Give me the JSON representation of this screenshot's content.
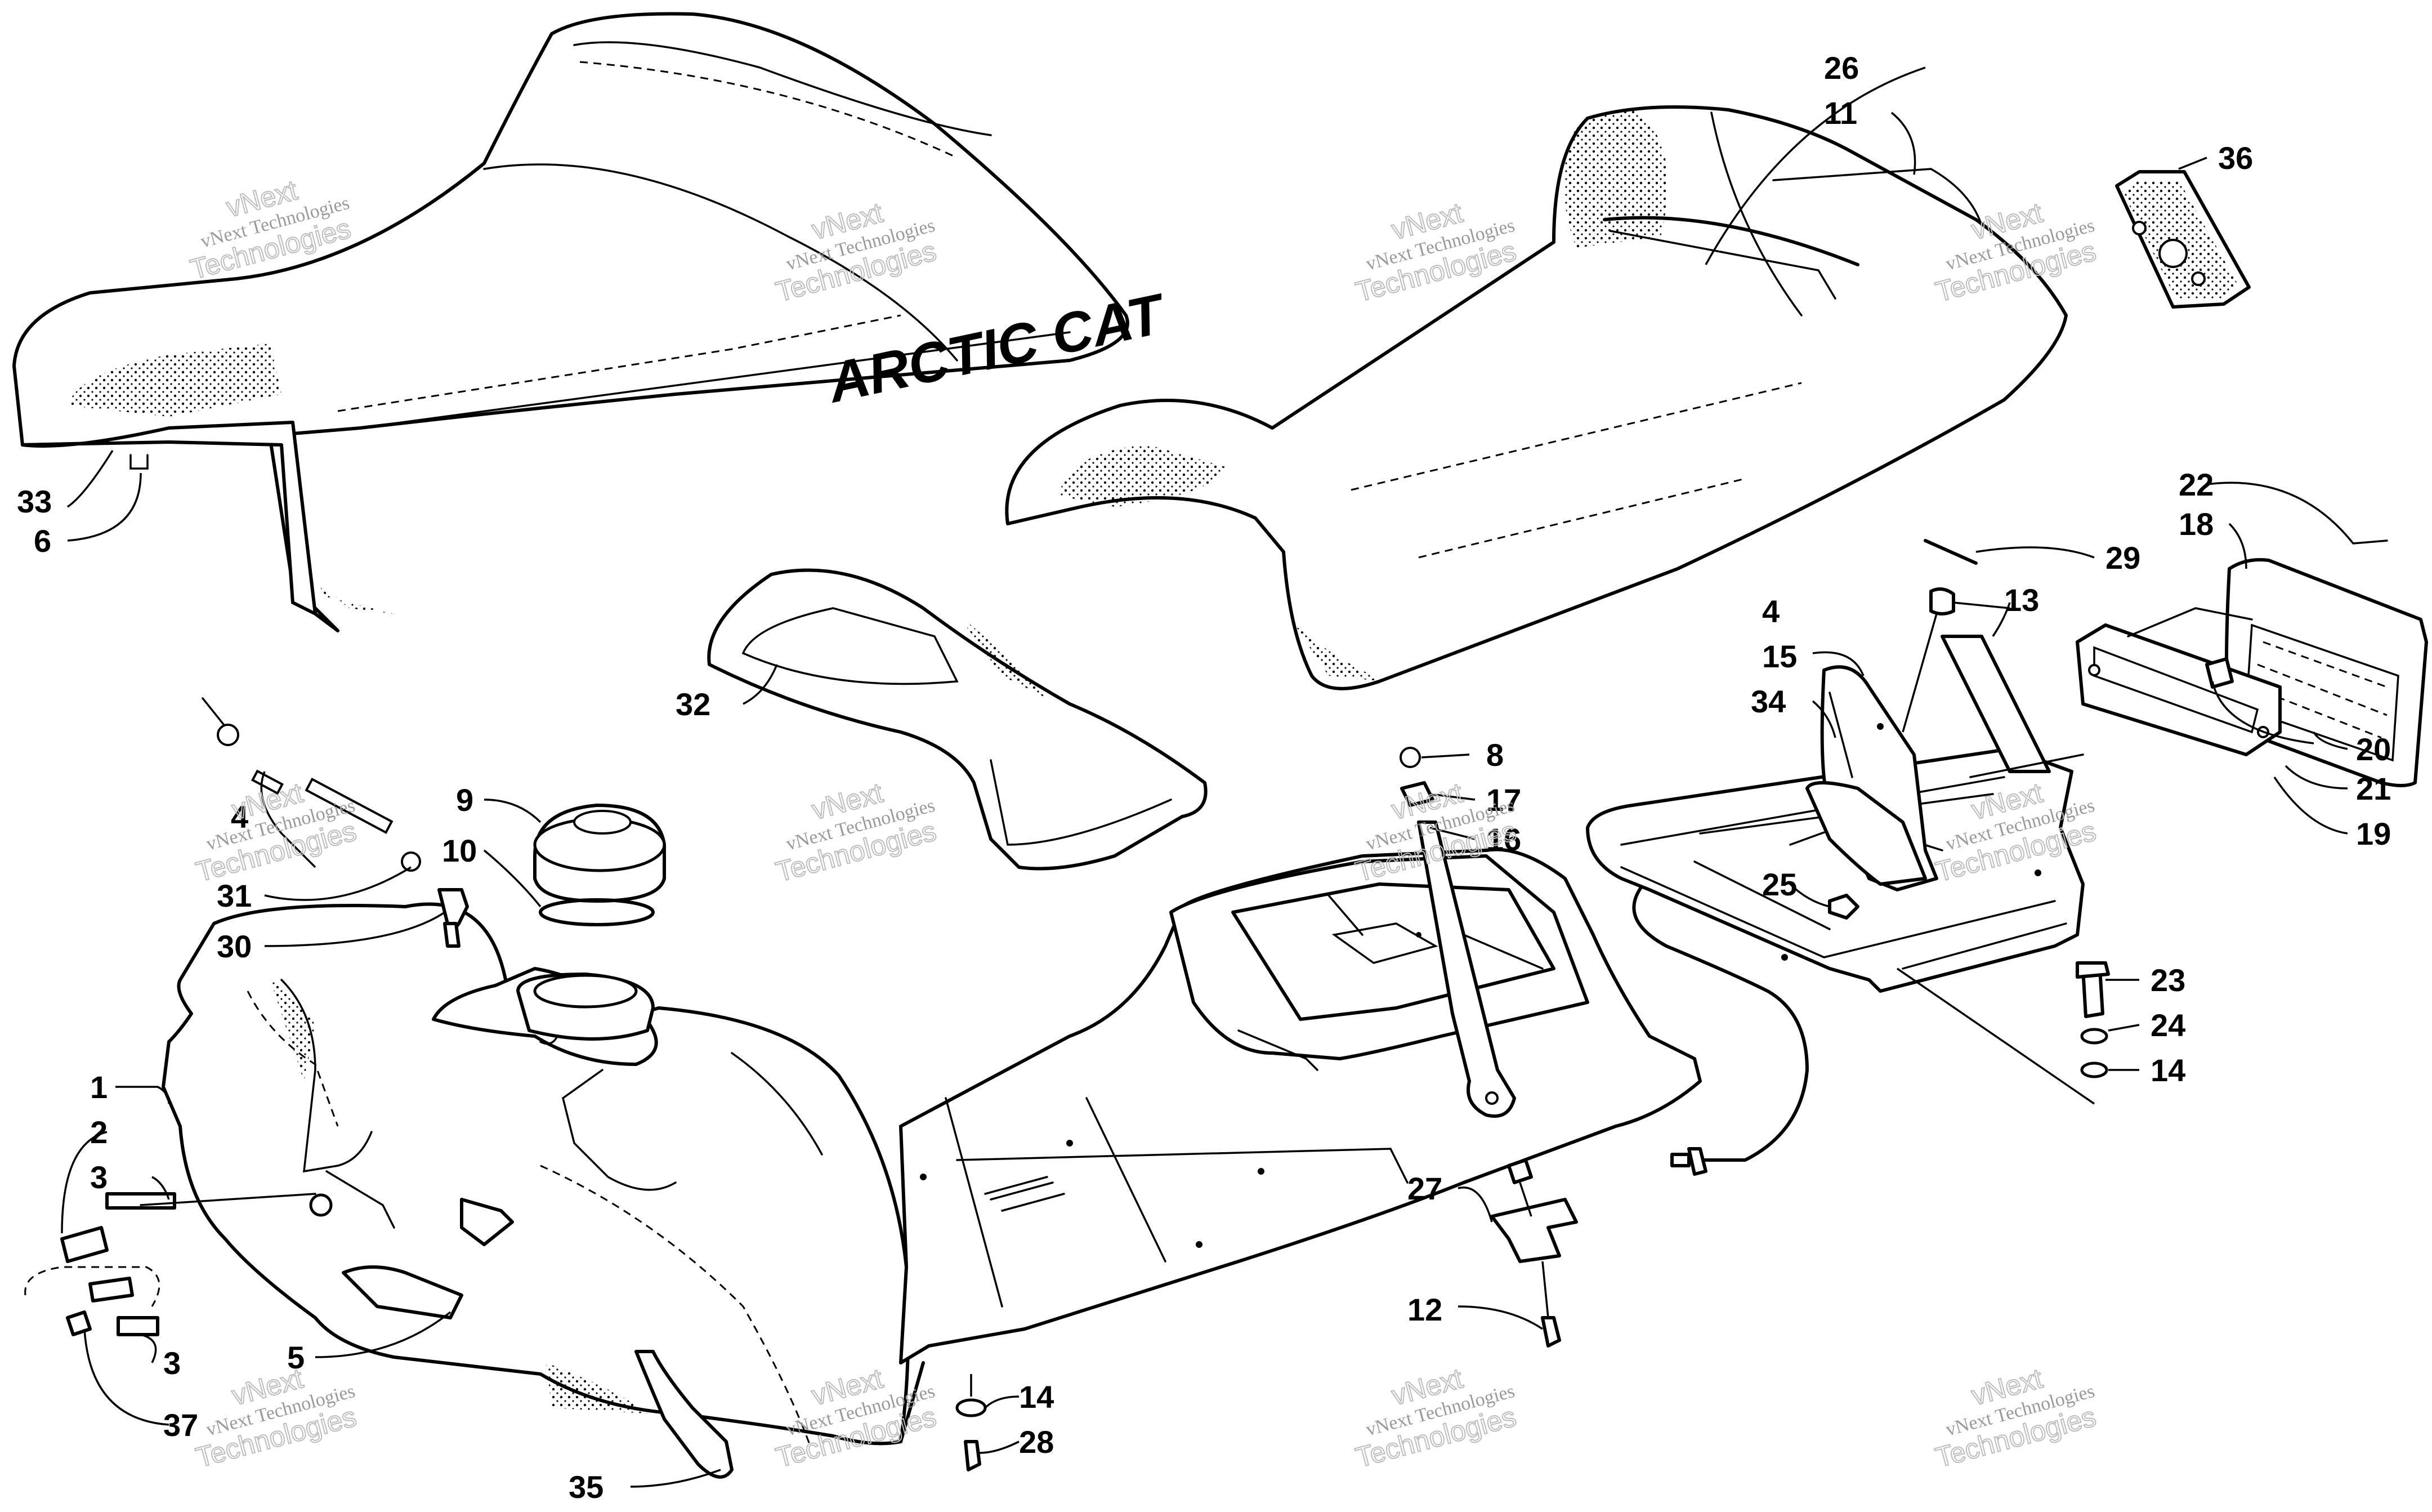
{
  "brand_text": "ARCTIC CAT",
  "watermark": {
    "line1": "vNext Technologies",
    "line2": "Technologies",
    "line3": "vNext"
  },
  "callouts": [
    "1",
    "2",
    "3",
    "3",
    "4",
    "4",
    "5",
    "6",
    "8",
    "9",
    "10",
    "11",
    "12",
    "13",
    "14",
    "14",
    "15",
    "16",
    "17",
    "18",
    "19",
    "20",
    "21",
    "22",
    "23",
    "24",
    "25",
    "26",
    "27",
    "28",
    "29",
    "30",
    "31",
    "32",
    "33",
    "34",
    "35",
    "36",
    "37"
  ]
}
